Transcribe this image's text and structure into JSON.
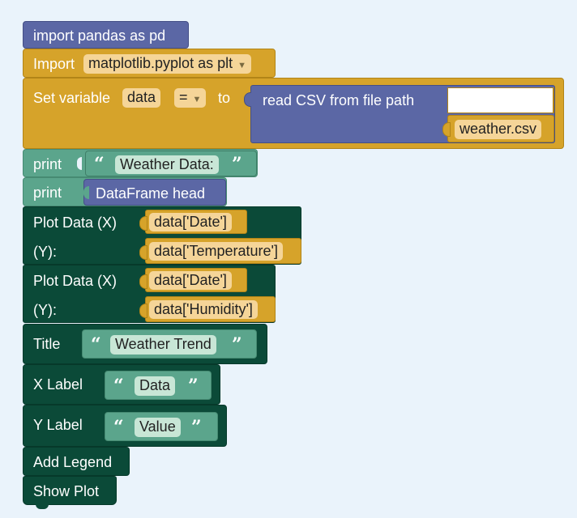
{
  "blocks": {
    "import_pandas": {
      "text": "import pandas as pd"
    },
    "import_plt": {
      "keyword": "Import",
      "module": "matplotlib.pyplot as plt"
    },
    "set_var": {
      "keyword": "Set variable",
      "var_name": "data",
      "operator": "=",
      "to_label": "to",
      "read_csv": "read CSV from file path",
      "file": "weather.csv"
    },
    "print1": {
      "keyword": "print",
      "string": "Weather Data:"
    },
    "print2": {
      "keyword": "print",
      "value": "DataFrame head"
    },
    "plot1": {
      "label_x": "Plot Data (X)",
      "x": "data['Date']",
      "label_y": "(Y):",
      "y": "data['Temperature']"
    },
    "plot2": {
      "label_x": "Plot Data (X)",
      "x": "data['Date']",
      "label_y": "(Y):",
      "y": "data['Humidity']"
    },
    "title": {
      "keyword": "Title",
      "string": "Weather Trend"
    },
    "xlabel": {
      "keyword": "X Label",
      "string": "Data"
    },
    "ylabel": {
      "keyword": "Y Label",
      "string": "Value"
    },
    "legend": {
      "text": "Add Legend"
    },
    "show": {
      "text": "Show Plot"
    }
  },
  "quotes": {
    "open": "“",
    "close": "”"
  },
  "icons": {
    "dropdown": "dropdown-arrow-icon"
  },
  "colors": {
    "background": "#eaf3fb",
    "purple": "#5b67a5",
    "gold": "#d6a32a",
    "teal": "#5ba58c",
    "dark_green": "#0b4a38",
    "field": "#f5d598"
  }
}
